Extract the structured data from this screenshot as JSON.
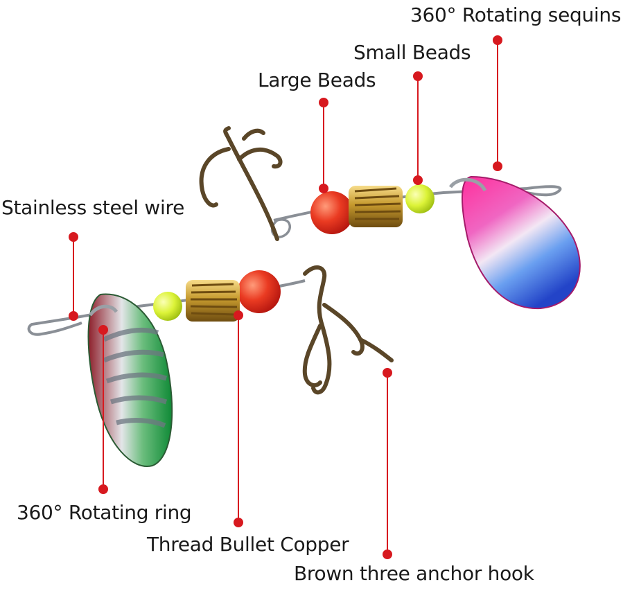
{
  "labels": {
    "rotating_sequins": "360° Rotating sequins",
    "small_beads": "Small Beads",
    "large_beads": "Large Beads",
    "stainless_steel_wire": "Stainless steel wire",
    "rotating_ring": "360° Rotating ring",
    "thread_bullet_copper": "Thread Bullet Copper",
    "brown_hook": "Brown three anchor hook"
  },
  "colors": {
    "callout": "#d7191f",
    "bead_large": "#e8321e",
    "bead_small": "#d9f23a",
    "copper": "#c99a2e",
    "hook": "#5a4628",
    "wire": "#8a8f96",
    "spoon_pink": "#e8247a",
    "spoon_blue": "#2f5bd6",
    "spoon_green": "#1f9a3c",
    "spoon_silver": "#c8ccd1"
  }
}
